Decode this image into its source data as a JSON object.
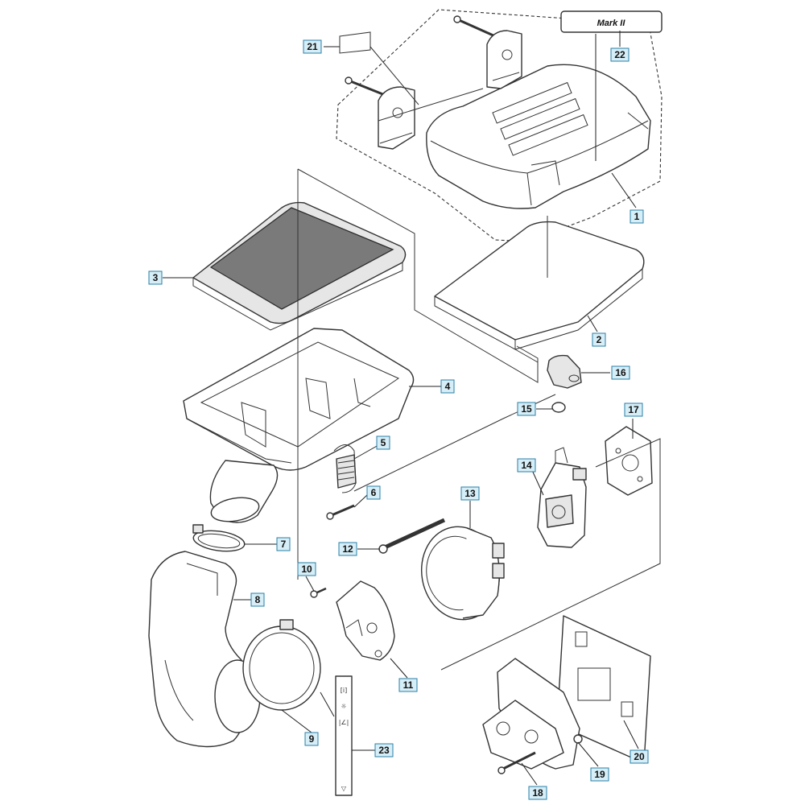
{
  "diagram": {
    "decal_text": "Mark II",
    "callouts": [
      {
        "id": "1",
        "label": "1"
      },
      {
        "id": "2",
        "label": "2"
      },
      {
        "id": "3",
        "label": "3"
      },
      {
        "id": "4",
        "label": "4"
      },
      {
        "id": "5",
        "label": "5"
      },
      {
        "id": "6",
        "label": "6"
      },
      {
        "id": "7",
        "label": "7"
      },
      {
        "id": "8",
        "label": "8"
      },
      {
        "id": "9",
        "label": "9"
      },
      {
        "id": "10",
        "label": "10"
      },
      {
        "id": "11",
        "label": "11"
      },
      {
        "id": "12",
        "label": "12"
      },
      {
        "id": "13",
        "label": "13"
      },
      {
        "id": "14",
        "label": "14"
      },
      {
        "id": "15",
        "label": "15"
      },
      {
        "id": "16",
        "label": "16"
      },
      {
        "id": "17",
        "label": "17"
      },
      {
        "id": "18",
        "label": "18"
      },
      {
        "id": "19",
        "label": "19"
      },
      {
        "id": "20",
        "label": "20"
      },
      {
        "id": "21",
        "label": "21"
      },
      {
        "id": "22",
        "label": "22"
      },
      {
        "id": "23",
        "label": "23"
      }
    ],
    "colors": {
      "callout_fill": "#d6eef7",
      "callout_border": "#2a7fa6",
      "line": "#333333"
    }
  }
}
